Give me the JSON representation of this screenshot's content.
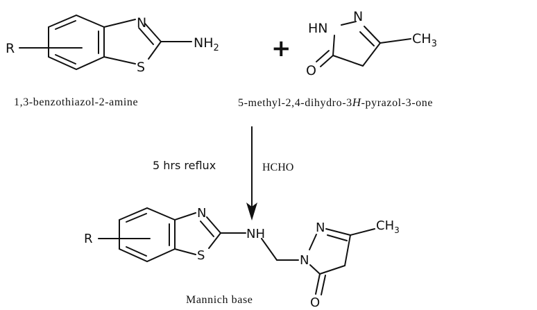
{
  "reactant1": {
    "substituent": "R",
    "ring_n": "N",
    "ring_s": "S",
    "amine_group": "NH",
    "amine_sub": "2",
    "caption": "1,3-benzothiazol-2-amine"
  },
  "plus_sign": "+",
  "reactant2": {
    "hn_label": "HN",
    "n_label": "N",
    "methyl": "CH",
    "methyl_sub": "3",
    "carbonyl_o": "O",
    "caption_prefix": "5-methyl-2,4-dihydro-3",
    "caption_italic": "H",
    "caption_suffix": "-pyrazol-3-one"
  },
  "conditions": {
    "left": "5 hrs reflux",
    "right": "HCHO"
  },
  "product": {
    "substituent": "R",
    "ring_n": "N",
    "ring_s": "S",
    "nh_label": "NH",
    "pyrazole_n_top": "N",
    "pyrazole_n_bottom": "N",
    "methyl": "CH",
    "methyl_sub": "3",
    "carbonyl_o": "O",
    "caption": "Mannich base"
  }
}
